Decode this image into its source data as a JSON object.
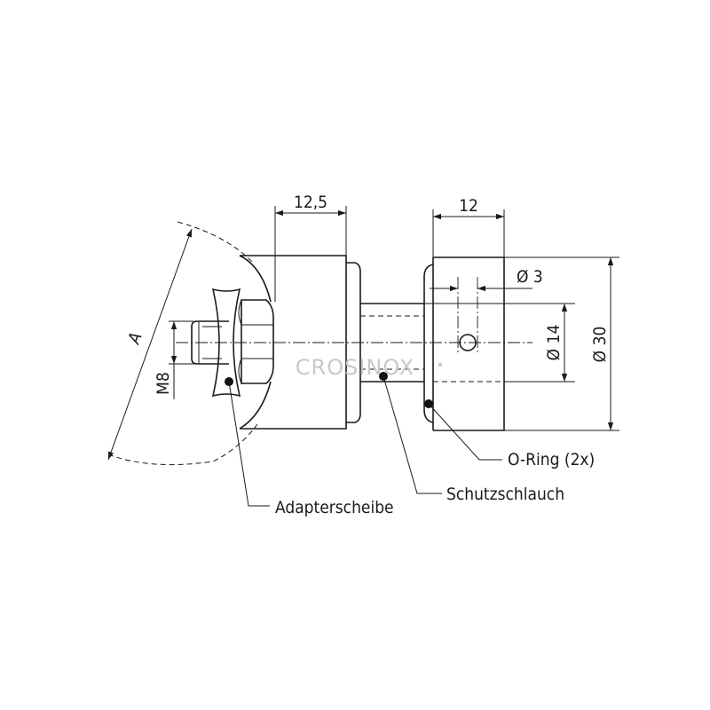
{
  "dimensions": {
    "ring_width": "12,5",
    "cap_width": "12",
    "hole_diameter": "Ø 3",
    "tube_diameter": "Ø 14",
    "cap_diameter": "Ø 30",
    "thread": "M8",
    "radius": "A"
  },
  "callouts": {
    "o_ring": "O-Ring (2x)",
    "protective_hose": "Schutzschlauch",
    "adapter_disc": "Adapterscheibe"
  },
  "watermark": "CROSINOX",
  "colors": {
    "line": "#1a1a1a",
    "watermark": "#c9c9c9"
  }
}
